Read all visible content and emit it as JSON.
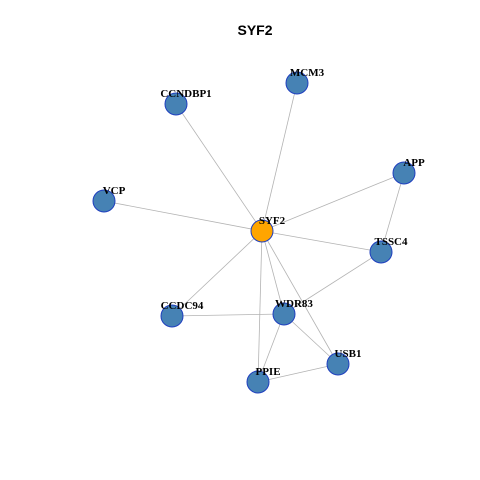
{
  "title": "SYF2",
  "colors": {
    "hub": "#FFA500",
    "node": "#4682B4",
    "node_border": "#1f3fbf",
    "edge": "#b3b3b3"
  },
  "nodes": [
    {
      "id": "SYF2",
      "label": "SYF2",
      "hub": true
    },
    {
      "id": "MCM3",
      "label": "MCM3"
    },
    {
      "id": "CCNDBP1",
      "label": "CCNDBP1"
    },
    {
      "id": "APP",
      "label": "APP"
    },
    {
      "id": "VCP",
      "label": "VCP"
    },
    {
      "id": "TSSC4",
      "label": "TSSC4"
    },
    {
      "id": "CCDC94",
      "label": "CCDC94"
    },
    {
      "id": "WDR83",
      "label": "WDR83"
    },
    {
      "id": "USB1",
      "label": "USB1"
    },
    {
      "id": "PPIE",
      "label": "PPIE"
    }
  ],
  "edges": [
    [
      "SYF2",
      "MCM3"
    ],
    [
      "SYF2",
      "CCNDBP1"
    ],
    [
      "SYF2",
      "APP"
    ],
    [
      "SYF2",
      "VCP"
    ],
    [
      "SYF2",
      "TSSC4"
    ],
    [
      "SYF2",
      "CCDC94"
    ],
    [
      "SYF2",
      "WDR83"
    ],
    [
      "SYF2",
      "USB1"
    ],
    [
      "SYF2",
      "PPIE"
    ],
    [
      "APP",
      "TSSC4"
    ],
    [
      "TSSC4",
      "WDR83"
    ],
    [
      "CCDC94",
      "WDR83"
    ],
    [
      "WDR83",
      "USB1"
    ],
    [
      "WDR83",
      "PPIE"
    ],
    [
      "PPIE",
      "USB1"
    ]
  ]
}
